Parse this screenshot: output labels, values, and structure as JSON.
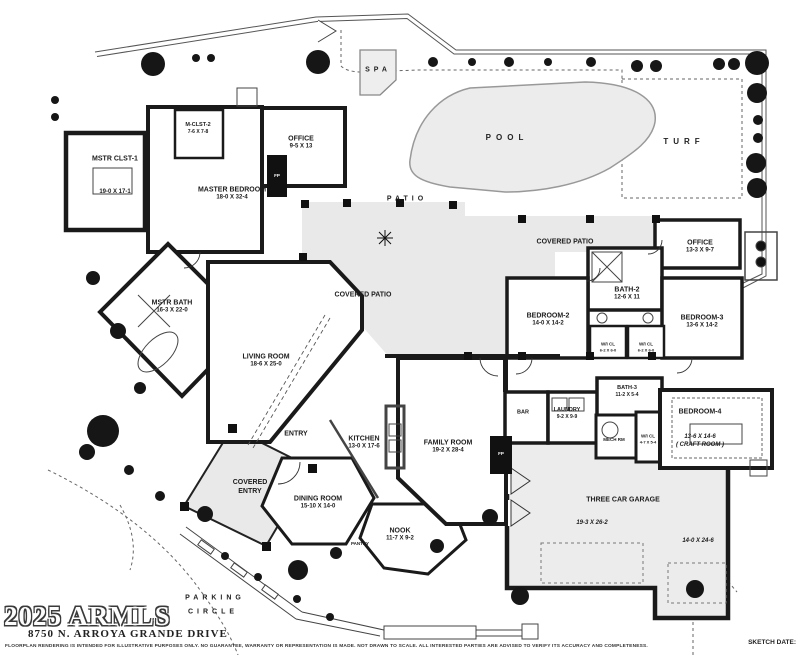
{
  "site": {
    "spa": "SPA",
    "pool": "POOL",
    "turf": "TURF",
    "patio": "PATIO",
    "parking": "PARKING",
    "circle": "CIRCLE"
  },
  "rooms": {
    "mstr_clst_1": {
      "name": "MSTR CLST-1",
      "dims": "19-0  X  17-1"
    },
    "m_clst_2": {
      "name": "M-CLST-2",
      "dims": "7-6 X 7-8"
    },
    "office_west": {
      "name": "OFFICE",
      "dims": "9-5 X 13"
    },
    "master_bedroom": {
      "name": "MASTER BEDROOM",
      "dims": "18-0  X  32-4"
    },
    "mstr_bath": {
      "name": "MSTR BATH",
      "dims": "16-3 X 22-0"
    },
    "living_room": {
      "name": "LIVING ROOM",
      "dims": "18-6  X  25-0"
    },
    "entry": {
      "name": "ENTRY"
    },
    "covered_entry": {
      "line1": "COVERED",
      "line2": "ENTRY"
    },
    "kitchen": {
      "name": "KITCHEN",
      "dims": "13-0 X 17-6"
    },
    "dining_room": {
      "name": "DINING ROOM",
      "dims": "15-10  X  14-0"
    },
    "nook": {
      "name": "NOOK",
      "dims": "11-7 X 9-2"
    },
    "pantry": {
      "name": "PANTRY"
    },
    "family_room": {
      "name": "FAMILY ROOM",
      "dims": "19-2  X  28-4"
    },
    "covered_patio_center": {
      "name": "COVERED PATIO"
    },
    "covered_patio_right": {
      "name": "COVERED PATIO"
    },
    "office_east": {
      "name": "OFFICE",
      "dims": "13-3 X 9-7"
    },
    "bath_2": {
      "name": "BATH-2",
      "dims": "12-6 X 11"
    },
    "bedroom_2": {
      "name": "BEDROOM-2",
      "dims": "14-0  X  14-2"
    },
    "bedroom_3": {
      "name": "BEDROOM-3",
      "dims": "13-6  X  14-2"
    },
    "wi_cl_2": {
      "name": "W/I CL",
      "dims": "6-2 X 6-0"
    },
    "wi_cl_3": {
      "name": "W/I CL",
      "dims": "6-2 X 6-0"
    },
    "bath_3": {
      "name": "BATH-3",
      "dims": "11-2 X 5-4"
    },
    "bar": {
      "name": "BAR"
    },
    "laundry": {
      "name": "LAUNDRY",
      "dims": "9-2 X 9-9"
    },
    "mech_rm": {
      "name": "MECH RM"
    },
    "wi_cl_4": {
      "name": "W/I CL",
      "dims": "4-7 X 5-4"
    },
    "bedroom_4": {
      "name": "BEDROOM-4",
      "dims": "13-6 X 14-6",
      "note": "( CRAFT ROOM )"
    },
    "garage": {
      "name": "THREE CAR GARAGE",
      "dims_left": "19-3 X 26-2",
      "dims_right": "14-0 X 24-6"
    },
    "fp_west": {
      "name": "FP"
    },
    "fp_family": {
      "name": "FP"
    }
  },
  "footer": {
    "logo": "2025 ARMLS",
    "address": "8750 N. ARROYA GRANDE DRIVE",
    "disclaimer": "FLOORPLAN RENDERING IS INTENDED FOR ILLUSTRATIVE PURPOSES ONLY.  NO GUARANTEE, WARRANTY OR REPRESENTATION IS MADE.  NOT DRAWN TO SCALE.  ALL INTERESTED PARTIES ARE ADVISED TO VERIFY ITS ACCURACY AND COMPLETENESS.",
    "sketch_date": "SKETCH DATE:"
  },
  "colors": {
    "wall": "#1a1a1a",
    "patio_fill": "#e9e9e9",
    "pool_fill": "#ececec",
    "tree": "#161616",
    "boundary": "#555555"
  }
}
